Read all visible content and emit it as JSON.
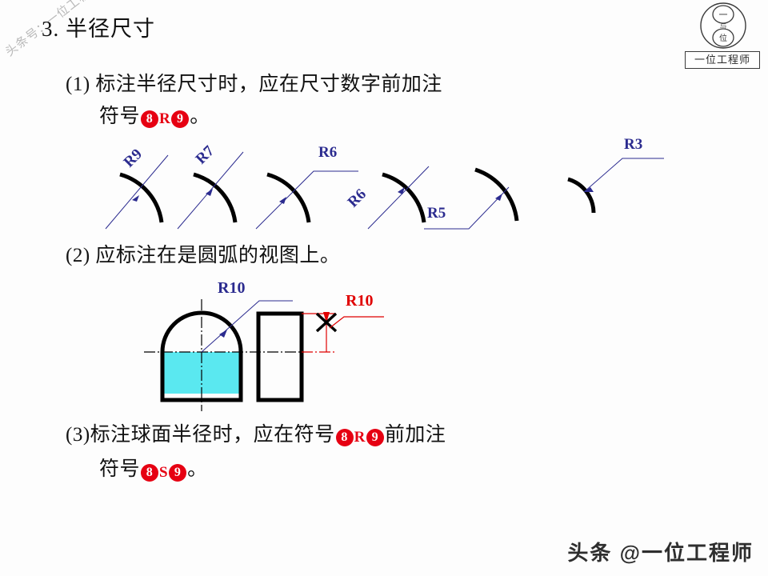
{
  "slide": {
    "title": "3. 半径尺寸",
    "background_color": "#fdfdfd"
  },
  "logo": {
    "inner_top_char": "一",
    "inner_mid_char": "与",
    "inner_bottom_char": "位",
    "caption": "一位工程师"
  },
  "watermarks": {
    "diagonal": "头条号：一位工程师",
    "bottom_right": "头条 @一位工程师"
  },
  "symbols": {
    "radius": {
      "left_num": "8",
      "letter": "R",
      "right_num": "9"
    },
    "sphere": {
      "left_num": "8",
      "letter": "S",
      "right_num": "9"
    },
    "circle_color": "#e60012",
    "letter_color": "#e60012"
  },
  "paragraphs": {
    "p1": {
      "marker": "(1)",
      "line1": "标注半径尺寸时，应在尺寸数字前加注",
      "line2_prefix": "符号",
      "line2_suffix": "。"
    },
    "p2": {
      "marker": "(2)",
      "line1": "应标注在是圆弧的视图上。"
    },
    "p3": {
      "marker": "(3)",
      "line1_prefix": "标注球面半径时，应在符号",
      "line1_suffix": "前加注",
      "line2_prefix": "符号",
      "line2_suffix": "。"
    }
  },
  "arc_examples": {
    "label_color": "#2b2b8f",
    "arc_color": "#000000",
    "items": [
      {
        "label": "R9",
        "style": "rotated",
        "angle": -45,
        "note": "leader through arc, label rotated along leader"
      },
      {
        "label": "R7",
        "style": "rotated",
        "angle": -45,
        "note": "leader through arc, label rotated along leader"
      },
      {
        "label": "R6",
        "style": "horizontal-shelf-top",
        "angle": 0,
        "note": "leader with horizontal shelf above, label horizontal"
      },
      {
        "label": "R6",
        "style": "rotated",
        "angle": -45,
        "note": "label rotated at lower-left of leader"
      },
      {
        "label": "R5",
        "style": "horizontal-shelf-bottom",
        "angle": 0,
        "note": "leader with horizontal shelf below-left, label horizontal"
      },
      {
        "label": "R3",
        "style": "horizontal-shelf-top",
        "angle": 0,
        "note": "small arc, leader shelf upper-right"
      }
    ]
  },
  "views_figure": {
    "correct": {
      "label": "R10",
      "label_color": "#2b2b8f",
      "fill_color": "#5ae8f0",
      "description": "front view showing the arc — dimension placed here is correct"
    },
    "incorrect": {
      "label": "R10",
      "label_color": "#e00000",
      "cross_color": "#000000",
      "description": "side view without the arc — dimension placed here is wrong, crossed out"
    }
  }
}
